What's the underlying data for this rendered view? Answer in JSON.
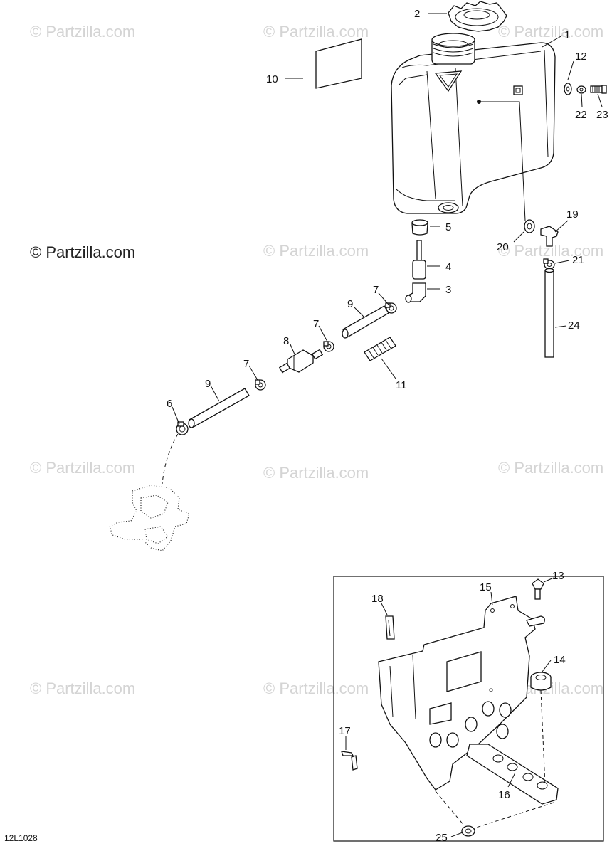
{
  "watermark": {
    "text": "© Partzilla.com",
    "main_text": "© Partzilla.com"
  },
  "drawing_code": "12L1028",
  "callouts": [
    {
      "id": "c1",
      "text": "1"
    },
    {
      "id": "c2",
      "text": "2"
    },
    {
      "id": "c3",
      "text": "3"
    },
    {
      "id": "c4",
      "text": "4"
    },
    {
      "id": "c5",
      "text": "5"
    },
    {
      "id": "c6",
      "text": "6"
    },
    {
      "id": "c7a",
      "text": "7"
    },
    {
      "id": "c7b",
      "text": "7"
    },
    {
      "id": "c7c",
      "text": "7"
    },
    {
      "id": "c8",
      "text": "8"
    },
    {
      "id": "c9a",
      "text": "9"
    },
    {
      "id": "c9b",
      "text": "9"
    },
    {
      "id": "c10",
      "text": "10"
    },
    {
      "id": "c11",
      "text": "11"
    },
    {
      "id": "c12",
      "text": "12"
    },
    {
      "id": "c13",
      "text": "13"
    },
    {
      "id": "c14",
      "text": "14"
    },
    {
      "id": "c15",
      "text": "15"
    },
    {
      "id": "c16",
      "text": "16"
    },
    {
      "id": "c17",
      "text": "17"
    },
    {
      "id": "c18",
      "text": "18"
    },
    {
      "id": "c19",
      "text": "19"
    },
    {
      "id": "c20",
      "text": "20"
    },
    {
      "id": "c21",
      "text": "21"
    },
    {
      "id": "c22",
      "text": "22"
    },
    {
      "id": "c23",
      "text": "23"
    },
    {
      "id": "c24",
      "text": "24"
    },
    {
      "id": "c25",
      "text": "25"
    }
  ]
}
